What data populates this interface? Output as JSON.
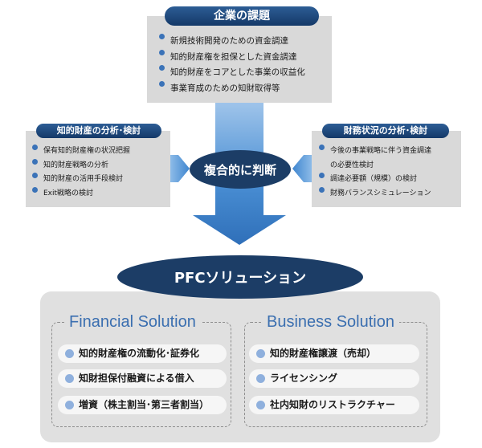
{
  "top": {
    "title": "企業の課題",
    "items": [
      "新規技術開発のための資金調達",
      "知的財産権を担保とした資金調達",
      "知的財産をコアとした事業の収益化",
      "事業育成のための知財取得等"
    ]
  },
  "left": {
    "title": "知的財産の分析･検討",
    "items": [
      "保有知的財産権の状況把握",
      "知的財産戦略の分析",
      "知的財産の活用手段検討",
      "Exit戦略の検討"
    ]
  },
  "right": {
    "title": "財務状況の分析･検討",
    "items": [
      "今後の事業戦略に伴う資金調達",
      "の必要性検討",
      "調達必要額（規模）の検討",
      "財務バランスシミュレーション"
    ]
  },
  "center": {
    "label": "複合的に判断"
  },
  "pfc": {
    "label": "PFCソリューション"
  },
  "financial": {
    "title": "Financial Solution",
    "items": [
      "知的財産権の流動化･証券化",
      "知財担保付融資による借入",
      "増資（株主割当･第三者割当）"
    ]
  },
  "business": {
    "title": "Business Solution",
    "items": [
      "知的財産権譲渡（売却）",
      "ライセンシング",
      "社内知財のリストラクチャー"
    ]
  },
  "colors": {
    "pill": "#1f4a80",
    "ellipse": "#1c3d66",
    "arrow": "#4a90d0",
    "panel": "#e0e0e0",
    "box": "#d9d9d9",
    "solution_title": "#3b6fb0"
  }
}
